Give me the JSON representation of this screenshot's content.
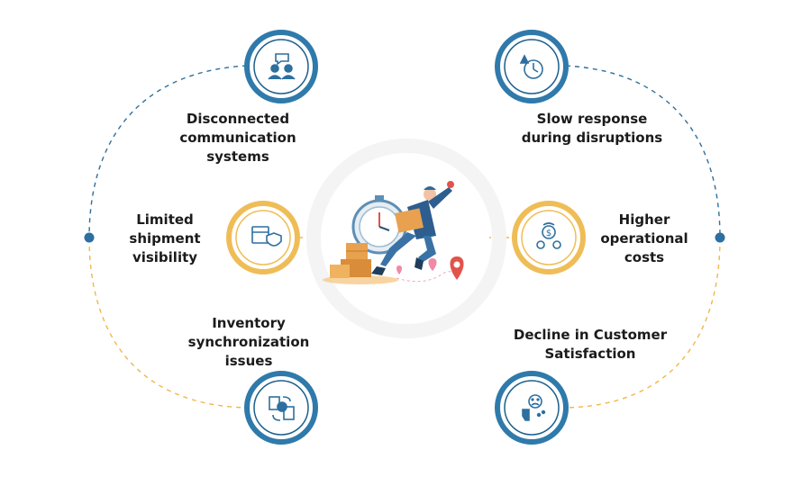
{
  "colors": {
    "blue_ring": "#2f7aab",
    "blue_dark": "#1d5f8c",
    "gold_ring": "#efbd57",
    "dash_blue": "#2f6f9c",
    "dash_gold": "#f0b74a",
    "dot_blue": "#2c6fa0",
    "center_ring": "#f3f3f3",
    "icon_blue": "#2d6f9f",
    "text": "#1b1b1b"
  },
  "items": {
    "disconnected": {
      "lines": [
        "Disconnected",
        "communication",
        "systems"
      ],
      "icon": "people-chat-icon",
      "ring": "blue"
    },
    "slow_response": {
      "lines": [
        "Slow response",
        "during disruptions"
      ],
      "icon": "alert-clock-icon",
      "ring": "blue"
    },
    "limited_visibility": {
      "lines": [
        "Limited",
        "shipment",
        "visibility"
      ],
      "icon": "box-shield-icon",
      "ring": "gold"
    },
    "higher_costs": {
      "lines": [
        "Higher",
        "operational",
        "costs"
      ],
      "icon": "cost-gear-icon",
      "ring": "gold"
    },
    "inventory_sync": {
      "lines": [
        "Inventory",
        "synchronization",
        "issues"
      ],
      "icon": "clipboard-sync-icon",
      "ring": "blue"
    },
    "decline_satisfaction": {
      "lines": [
        "Decline in Customer",
        "Satisfaction"
      ],
      "icon": "sad-thumbs-down-icon",
      "ring": "blue"
    }
  },
  "center": {
    "illustration": "delivery-runner-illustration"
  }
}
